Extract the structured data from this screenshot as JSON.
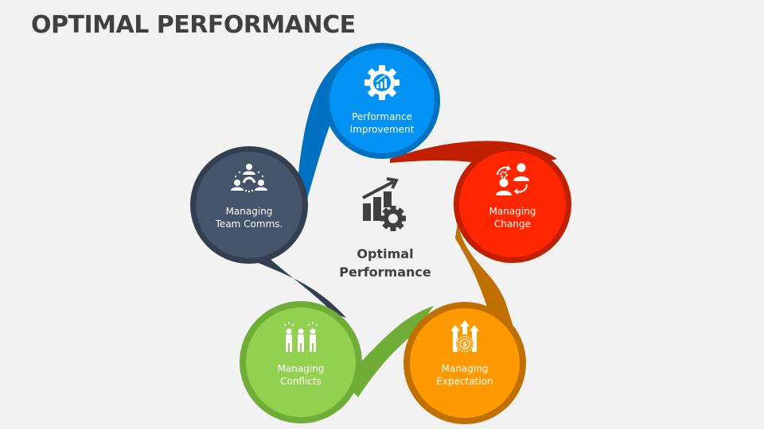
{
  "title": "OPTIMAL PERFORMANCE",
  "center": {
    "icon": "chart-gear-icon",
    "label_line1": "Optimal",
    "label_line2": "Performance",
    "color": "#404040"
  },
  "nodes": [
    {
      "id": "performance-improvement",
      "line1": "Performance",
      "line2": "Improvement",
      "icon": "gear-chart-icon",
      "fill": "#0393f5",
      "ring": "#0070c0"
    },
    {
      "id": "managing-change",
      "line1": "Managing",
      "line2": "Change",
      "icon": "people-exchange-icon",
      "fill": "#ff2600",
      "ring": "#c01f00"
    },
    {
      "id": "managing-expectation",
      "line1": "Managing",
      "line2": "Expectation",
      "icon": "arrows-up-dollar-icon",
      "fill": "#ff9900",
      "ring": "#c07000"
    },
    {
      "id": "managing-conflicts",
      "line1": "Managing",
      "line2": "Conflicts",
      "icon": "arguing-people-icon",
      "fill": "#92d050",
      "ring": "#70ad36"
    },
    {
      "id": "managing-team-comms",
      "line1": "Managing",
      "line2": "Team Comms.",
      "icon": "team-communication-icon",
      "fill": "#44546a",
      "ring": "#333f50"
    }
  ]
}
